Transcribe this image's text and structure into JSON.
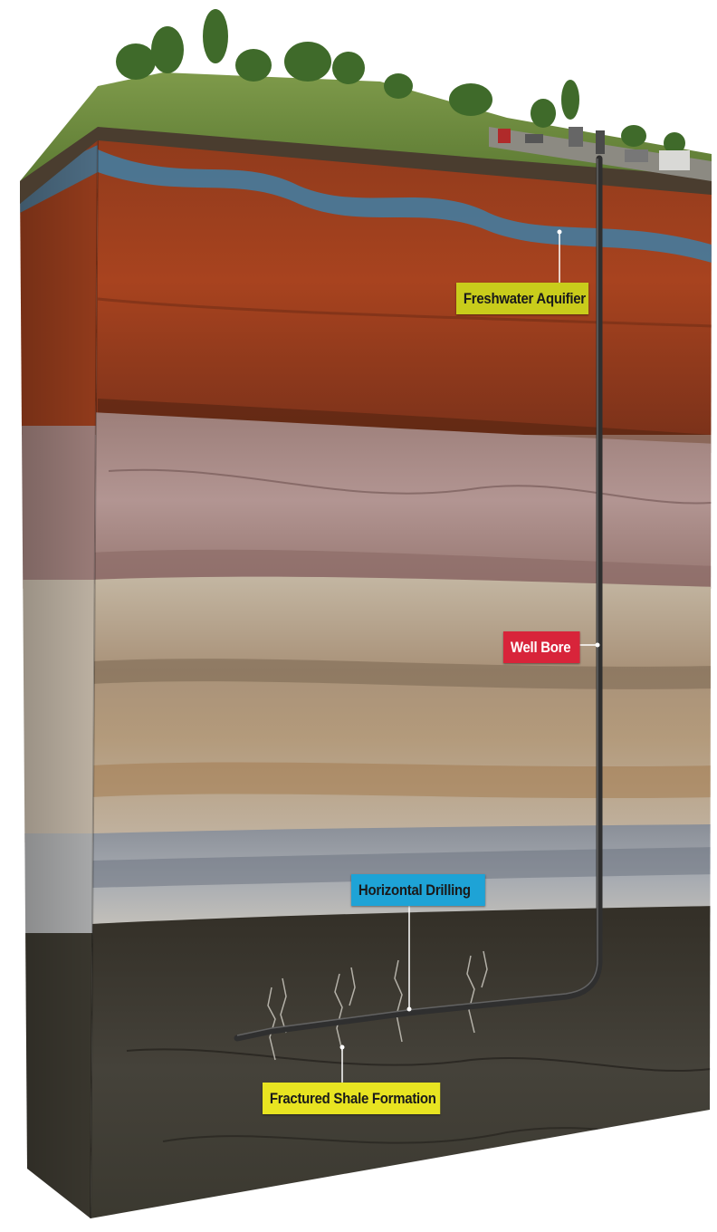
{
  "labels": {
    "freshwater_aquifier": "Freshwater Aquifier",
    "well_bore": "Well Bore",
    "horizontal_drilling": "Horizontal Drilling",
    "fractured_shale_formation": "Fractured Shale Formation"
  },
  "colors": {
    "freshwater_label_bg": "#c9cc1b",
    "well_bore_label_bg": "#d8243a",
    "horizontal_label_bg": "#1ea3d6",
    "shale_label_bg": "#e8e421",
    "aquifier_layer": "#a8431f",
    "water_veins": "#3f7fa6",
    "pink_sandstone": "#a98a86",
    "tan_sandstone": "#b9a48a",
    "grey_limestone": "#9a9ea6",
    "shale": "#3e3b33",
    "grass": "#6b8c3a",
    "pipe": "#3a3a3a"
  }
}
